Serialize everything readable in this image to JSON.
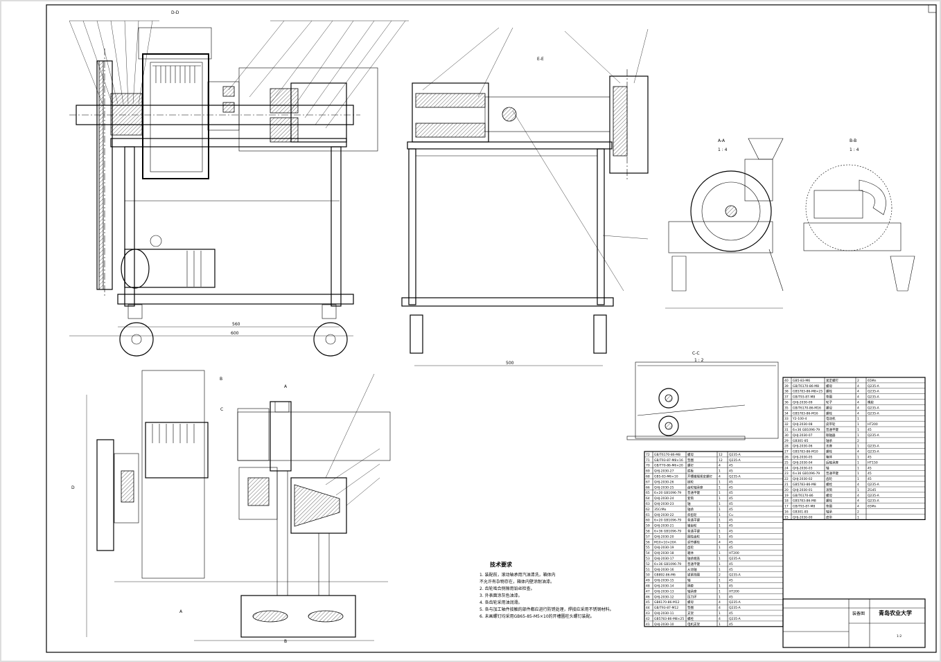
{
  "views": {
    "view_dd": "D-D",
    "view_ee": "E-E",
    "view_aa": "A-A",
    "view_aa_scale": "1 : 4",
    "view_bb": "B-B",
    "view_bb_scale": "1 : 4",
    "view_cc": "C-C",
    "view_cc_scale": "1 : 2"
  },
  "dimensions": {
    "front_width_1": "560",
    "front_width_2": "600",
    "side_width": "500"
  },
  "section_marks": {
    "c_top": "C",
    "b_top": "B",
    "a_left": "A",
    "d_left": "D",
    "a_bottom": "A",
    "b_bottom": "B"
  },
  "tech_requirements": {
    "title": "技术要求",
    "items": [
      "1. 装配前，滚动轴承用汽油清洗，箱体内",
      "   不允许有杂物存在，箱体内壁涂耐油漆。",
      "2. 齿轮啮合侧隙用铅丝检查。",
      "3. 外表面涂灰色油漆。",
      "4. 各齿轮采用油润滑。",
      "5. 各与加工轴件接触的部件都应进行防锈处理，焊接应采用不锈钢材料。",
      "6. 未画螺钉均采用GB65-85-M5×10的开槽圆柱头螺钉装配。"
    ]
  },
  "title_block": {
    "company": "青岛农业大学",
    "drawing_name": "装备图",
    "scale": "1:2"
  },
  "bom_left": [
    [
      "72",
      "GB/T6170-86-M8",
      "螺母",
      "12",
      "Q235-A"
    ],
    [
      "71",
      "GB/T93-87-M8×16",
      "垫圈",
      "12",
      "Q235-A"
    ],
    [
      "70",
      "GB/T70-86-M6×20",
      "螺钉",
      "4",
      "45"
    ],
    [
      "69",
      "QHJ-2030-27",
      "底板",
      "1",
      "45"
    ],
    [
      "68",
      "GB5-83-M6×10",
      "开槽锥端紧定螺钉",
      "4",
      "Q235-A"
    ],
    [
      "67",
      "QHJ-2030-26",
      "链轮",
      "1",
      "45"
    ],
    [
      "66",
      "QHJ-2030-25",
      "齿轮轴承座",
      "1",
      "45"
    ],
    [
      "65",
      "6×20 GB1096-79",
      "普通平键",
      "1",
      "45"
    ],
    [
      "64",
      "QHJ-2030-24",
      "套筒",
      "1",
      "45"
    ],
    [
      "63",
      "QHJ-2030-23",
      "轴",
      "1",
      "45"
    ],
    [
      "62",
      "35CrMo",
      "轴承",
      "1",
      "45"
    ],
    [
      "61",
      "QHJ-2030-22",
      "斜齿轮",
      "1",
      "Cu"
    ],
    [
      "60",
      "6×20 GB1096-79",
      "普通平键",
      "1",
      "45"
    ],
    [
      "59",
      "QHJ-2030-21",
      "锥齿轮",
      "1",
      "45"
    ],
    [
      "58",
      "6×36 GB1096-79",
      "普通平键",
      "1",
      "45"
    ],
    [
      "57",
      "QHJ-2030-20",
      "圆柱齿轮",
      "1",
      "45"
    ],
    [
      "56",
      "M10×10×20A",
      "调节螺栓",
      "4",
      "45"
    ],
    [
      "55",
      "QHJ-2030-19",
      "齿轮",
      "1",
      "45"
    ],
    [
      "54",
      "QHJ-2030-18",
      "箱体",
      "1",
      "HT200"
    ],
    [
      "53",
      "QHJ-2030-17",
      "轴承端盖",
      "1",
      "Q235-A"
    ],
    [
      "52",
      "6×36 GB1096-79",
      "普通平键",
      "1",
      "45"
    ],
    [
      "51",
      "QHJ-2030-16",
      "从动轴",
      "1",
      "45"
    ],
    [
      "50",
      "GB892-86-M6",
      "锁紧挡圈",
      "2",
      "Q235-A"
    ],
    [
      "49",
      "QHJ-2030-15",
      "轴",
      "1",
      "45"
    ],
    [
      "48",
      "QHJ-2030-14",
      "隔套",
      "1",
      "45"
    ],
    [
      "47",
      "QHJ-2030-13",
      "轴承座",
      "1",
      "HT200"
    ],
    [
      "46",
      "QHJ-2030-12",
      "压力环",
      "1",
      "45"
    ],
    [
      "45",
      "GB6170-86-M12",
      "螺母",
      "4",
      "Q235-A"
    ],
    [
      "44",
      "GB/T93-87-M12",
      "垫圈",
      "4",
      "Q235-A"
    ],
    [
      "43",
      "QHJ-2030-11",
      "支架",
      "1",
      "45"
    ],
    [
      "42",
      "GB5783-86-M8×25",
      "螺栓",
      "4",
      "Q235-A"
    ],
    [
      "41",
      "QHJ-2030-10",
      "电机支架",
      "1",
      "45"
    ]
  ],
  "bom_right": [
    [
      "40",
      "GB5-83-M6",
      "紧定螺钉",
      "2",
      "65Mn"
    ],
    [
      "39",
      "GB/T6170-86-M8",
      "螺母",
      "4",
      "Q235-A"
    ],
    [
      "38",
      "GB5783-86-M8×25",
      "螺栓",
      "4",
      "Q235-A"
    ],
    [
      "37",
      "GB/T93-87-M8",
      "垫圈",
      "4",
      "Q235-A"
    ],
    [
      "36",
      "QHJ-2030-09",
      "轮子",
      "4",
      "橡胶"
    ],
    [
      "35",
      "GB/T6170-86-M16",
      "螺母",
      "4",
      "Q235-A"
    ],
    [
      "34",
      "GB5783-86-M16",
      "螺栓",
      "4",
      "Q235-A"
    ],
    [
      "33",
      "Y2-100-4",
      "电动机",
      "1",
      ""
    ],
    [
      "32",
      "QHJ-2030-08",
      "皮带轮",
      "1",
      "HT200"
    ],
    [
      "31",
      "6×36 GB1096-79",
      "普通平键",
      "1",
      "45"
    ],
    [
      "30",
      "QHJ-2030-07",
      "联轴器",
      "1",
      "Q235-A"
    ],
    [
      "29",
      "GB301-85",
      "轴承",
      "2",
      ""
    ],
    [
      "28",
      "QHJ-2030-06",
      "支座",
      "1",
      "Q235-A"
    ],
    [
      "27",
      "GB5783-86-M10",
      "螺栓",
      "4",
      "Q235-A"
    ],
    [
      "26",
      "QHJ-2030-05",
      "箱体",
      "1",
      "45"
    ],
    [
      "25",
      "QHJ-2030-04",
      "后轴承座",
      "1",
      "HT150"
    ],
    [
      "24",
      "QHJ-2030-03",
      "轴",
      "1",
      "45"
    ],
    [
      "23",
      "6×36 GB1096-79",
      "普通平键",
      "1",
      "45"
    ],
    [
      "22",
      "QHJ-2030-02",
      "齿轮",
      "1",
      "45"
    ],
    [
      "21",
      "GB5783-86-M8",
      "螺栓",
      "4",
      "Q235-A"
    ],
    [
      "20",
      "QHJ-2030-01",
      "滚筒",
      "1",
      "ZG45"
    ],
    [
      "19",
      "GB/T6170-86",
      "螺母",
      "4",
      "Q235-A"
    ],
    [
      "18",
      "GB5783-86-M8",
      "螺栓",
      "4",
      "Q235-A"
    ],
    [
      "17",
      "GB/T93-87-M8",
      "垫圈",
      "4",
      "65Mn"
    ],
    [
      "16",
      "GB301-85",
      "轴承",
      "2",
      ""
    ],
    [
      "15",
      "QHJ-2030-00",
      "皮带",
      "1",
      ""
    ]
  ]
}
